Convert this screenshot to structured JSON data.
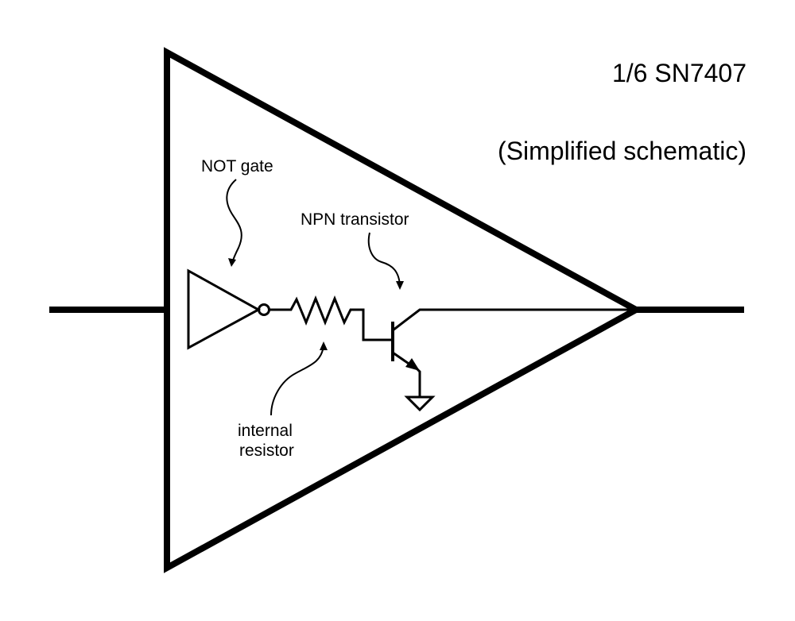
{
  "title": "1/6 SN7407",
  "subtitle": "(Simplified schematic)",
  "labels": {
    "not_gate": "NOT gate",
    "npn_transistor": "NPN transistor",
    "internal_resistor_line1": "internal",
    "internal_resistor_line2": "resistor"
  }
}
